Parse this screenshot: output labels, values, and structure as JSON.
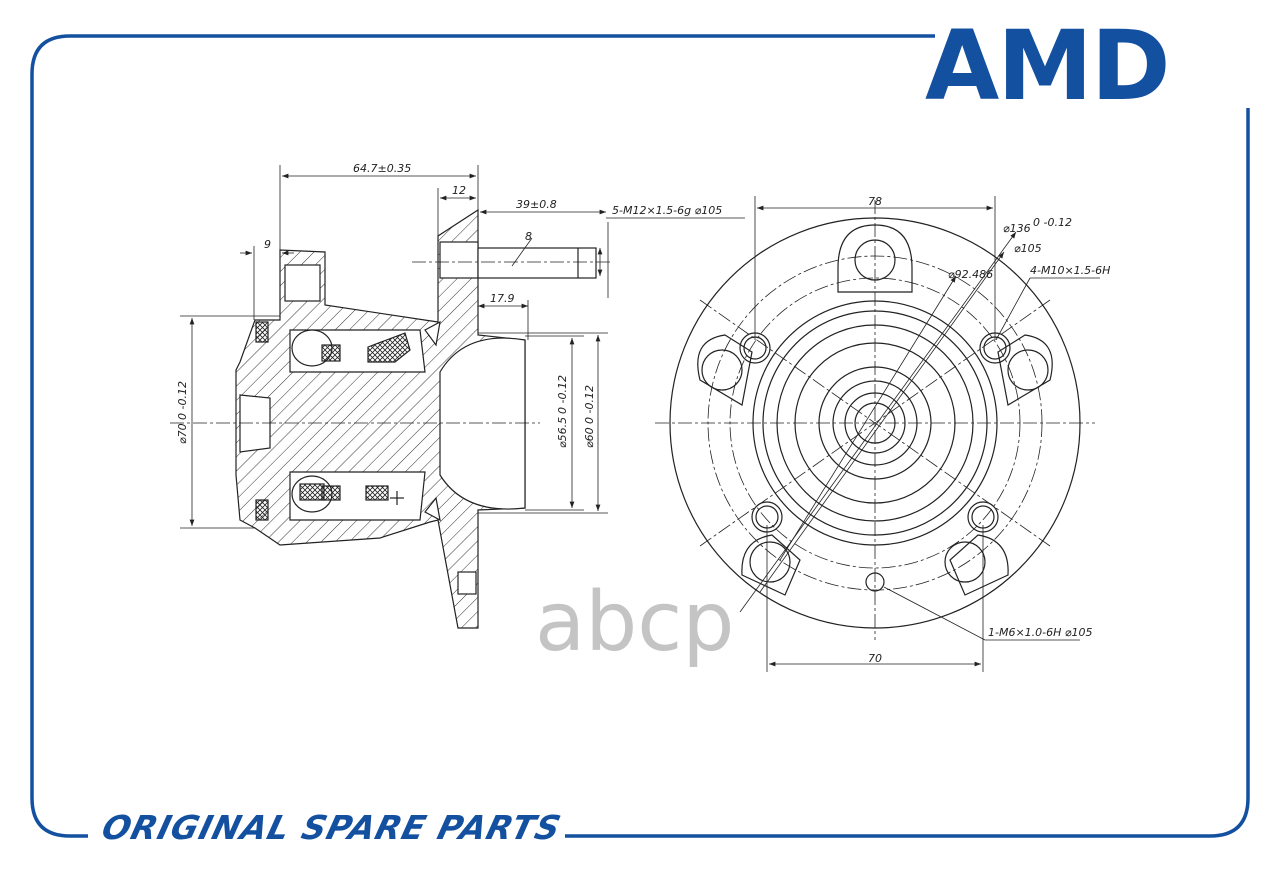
{
  "brand": {
    "logo": "AMD",
    "footer": "ORIGINAL SPARE PARTS",
    "watermark": "abcp",
    "color": "#1450a0"
  },
  "dimensions": {
    "overall_length": "64.7±0.35",
    "flange_thickness": "12",
    "stud_length": "39±0.8",
    "studs": "5-M12×1.5-6g  ⌀105",
    "stud_width": "8",
    "inner_offset": "9",
    "pilot_depth": "17.9",
    "dia70": "⌀70",
    "dia70_tol": "0 -0.12",
    "dia565": "⌀56.5",
    "dia565_tol": "0 -0.12",
    "dia60": "⌀60",
    "dia60_tol": "0 -0.12",
    "top_width": "78",
    "dia136": "⌀136",
    "dia136_tol": "0 -0.12",
    "pcd105": "⌀105",
    "bolt_dia": "⌀92.486",
    "bolt_holes": "4-M10×1.5-6H",
    "bottom_width": "70",
    "small_hole": "1-M6×1.0-6H  ⌀105"
  }
}
